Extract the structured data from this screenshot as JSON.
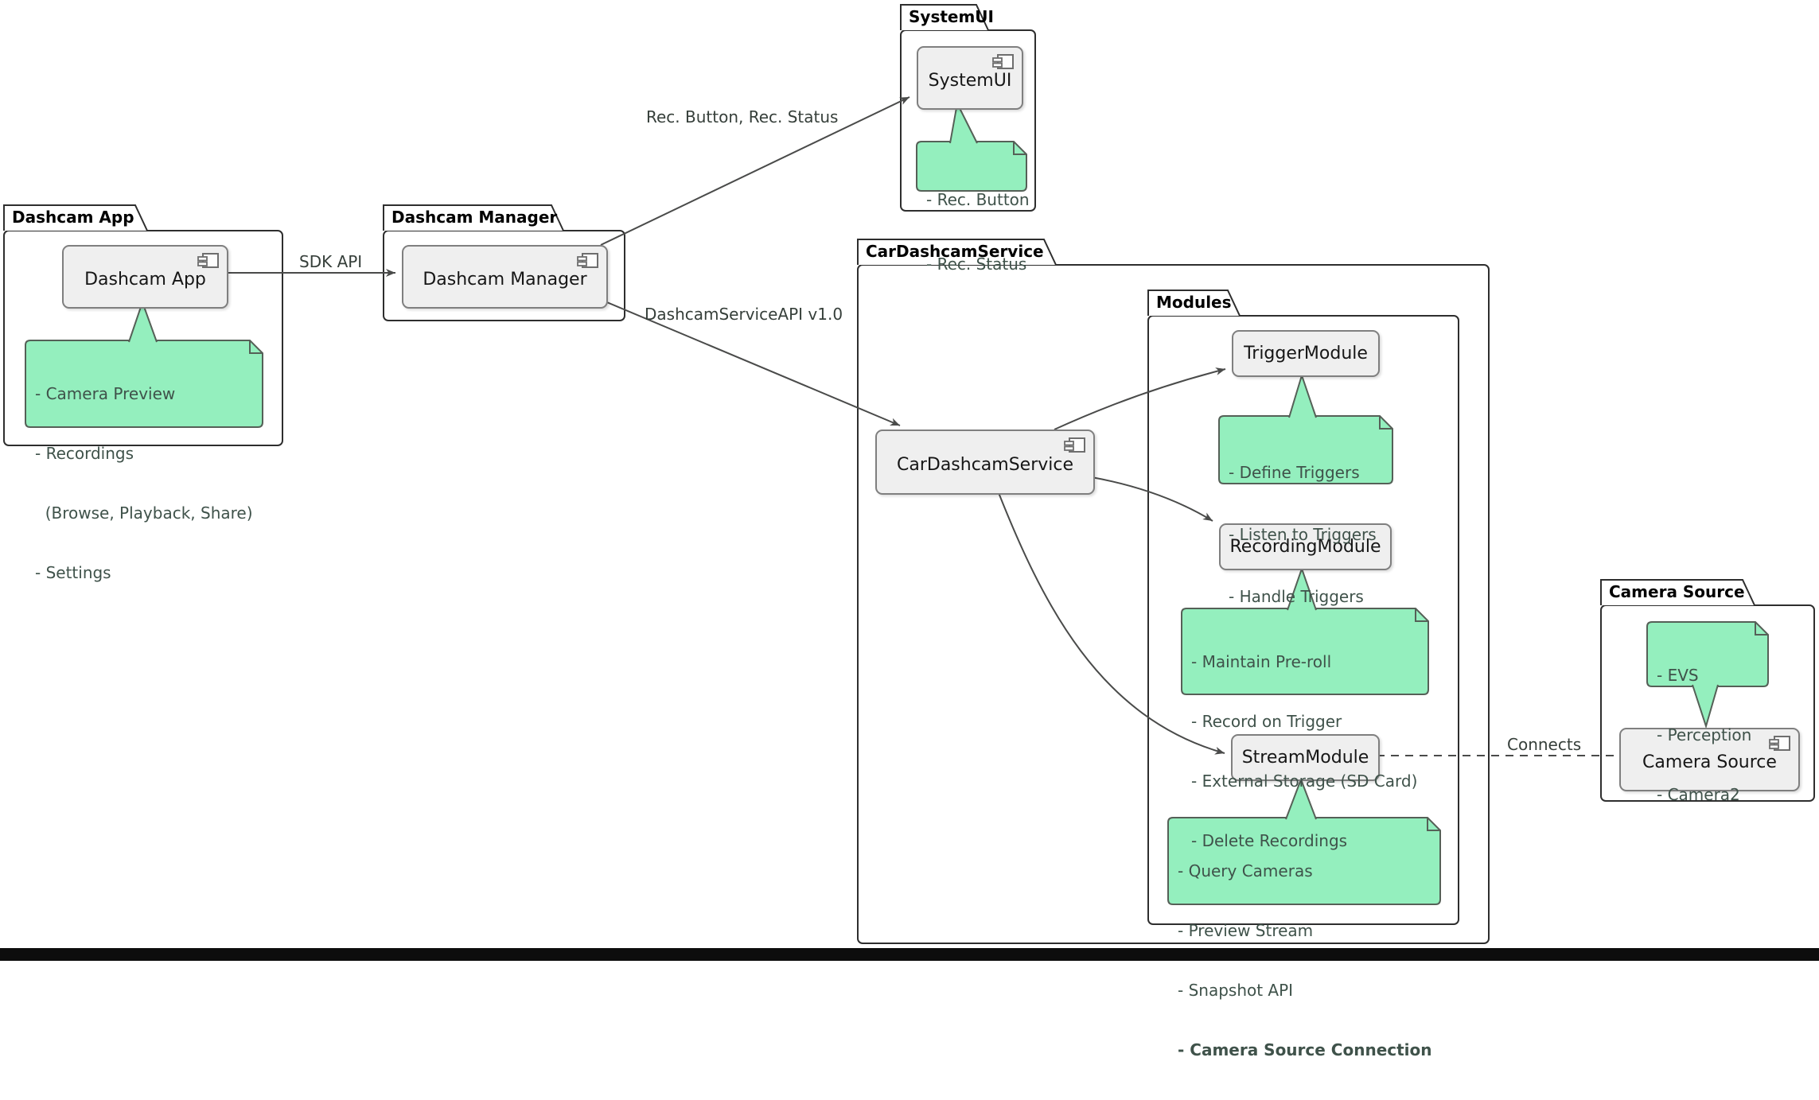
{
  "packages": {
    "system_ui": {
      "title": "SystemUI"
    },
    "dashcam_app": {
      "title": "Dashcam App"
    },
    "dashcam_manager": {
      "title": "Dashcam Manager"
    },
    "car_dashcam_service": {
      "title": "CarDashcamService"
    },
    "modules": {
      "title": "Modules"
    },
    "camera_source": {
      "title": "Camera Source"
    }
  },
  "components": {
    "system_ui": {
      "label": "SystemUI"
    },
    "dashcam_app": {
      "label": "Dashcam App"
    },
    "dashcam_manager": {
      "label": "Dashcam Manager"
    },
    "car_dashcam_service": {
      "label": "CarDashcamService"
    },
    "trigger_module": {
      "label": "TriggerModule"
    },
    "recording_module": {
      "label": "RecordingModule"
    },
    "stream_module": {
      "label": "StreamModule"
    },
    "camera_source": {
      "label": "Camera Source"
    }
  },
  "notes": {
    "system_ui": {
      "lines": [
        "- Rec. Button",
        "- Rec. Status"
      ]
    },
    "dashcam_app": {
      "lines": [
        "- Camera Preview",
        "- Recordings",
        "  (Browse, Playback, Share)",
        "- Settings"
      ]
    },
    "trigger_module": {
      "lines": [
        "- Define Triggers",
        "- Listen to Triggers",
        "- Handle Triggers"
      ]
    },
    "recording_module": {
      "lines": [
        "- Maintain Pre-roll",
        "- Record on Trigger",
        "- External Storage (SD Card)",
        "- Delete Recordings"
      ]
    },
    "stream_module": {
      "lines": [
        "- Query Cameras",
        "- Preview Stream",
        "- Snapshot API",
        "- Camera Source Connection"
      ]
    },
    "camera_source": {
      "lines": [
        "- EVS",
        "- Perception",
        "- Camera2"
      ]
    }
  },
  "edges": {
    "sdk_api": {
      "label": "SDK API"
    },
    "rec_button_status": {
      "label": "Rec. Button, Rec. Status"
    },
    "dashcam_service_api": {
      "label": "DashcamServiceAPI v1.0"
    },
    "connects": {
      "label": "Connects"
    }
  },
  "colors": {
    "note_fill": "#94EFBE",
    "note_border": "#556057",
    "component_fill": "#EFEFEF",
    "component_border": "#7F7F7F",
    "package_border": "#2E2E2E",
    "connector_line": "#4A4B4A",
    "background": "#FFFFFF",
    "bottom_bar": "#0D0D0D"
  }
}
